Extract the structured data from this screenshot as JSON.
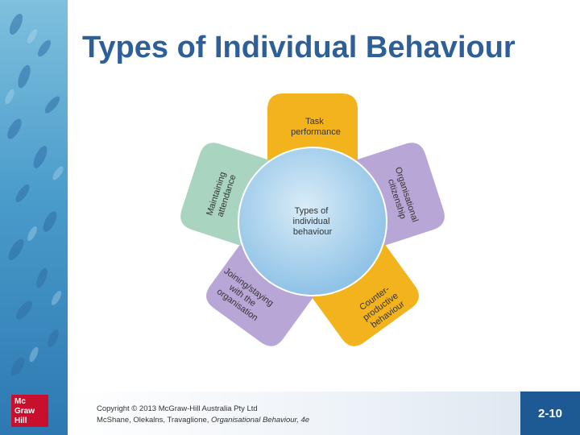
{
  "slide": {
    "title": "Types of Individual Behaviour",
    "page_number": "2-10"
  },
  "diagram": {
    "center_label": [
      "Types of",
      "individual",
      "behaviour"
    ],
    "petals": [
      {
        "lines": [
          "Task",
          "performance"
        ],
        "color": "#f2b31c"
      },
      {
        "lines": [
          "Organisational",
          "citizenship"
        ],
        "color": "#b8a6d6"
      },
      {
        "lines": [
          "Counter-",
          "productive",
          "behaviour"
        ],
        "color": "#f2b31c"
      },
      {
        "lines": [
          "Joining/staying",
          "with the",
          "organisation"
        ],
        "color": "#b8a6d6"
      },
      {
        "lines": [
          "Maintaining",
          "attendance"
        ],
        "color": "#a9d4c0"
      }
    ],
    "center_color": "#9fcbe9"
  },
  "footer": {
    "copyright_line1": "Copyright © 2013 McGraw-Hill Australia Pty Ltd",
    "copyright_line2_prefix": "McShane, Olekalns, Travaglione, ",
    "copyright_line2_italic": "Organisational Behaviour, 4e"
  },
  "logo": {
    "lines": [
      "Mc",
      "Graw",
      "Hill"
    ]
  },
  "colors": {
    "title": "#2e5f96",
    "page_box": "#1d5a93",
    "logo": "#c8102e"
  }
}
